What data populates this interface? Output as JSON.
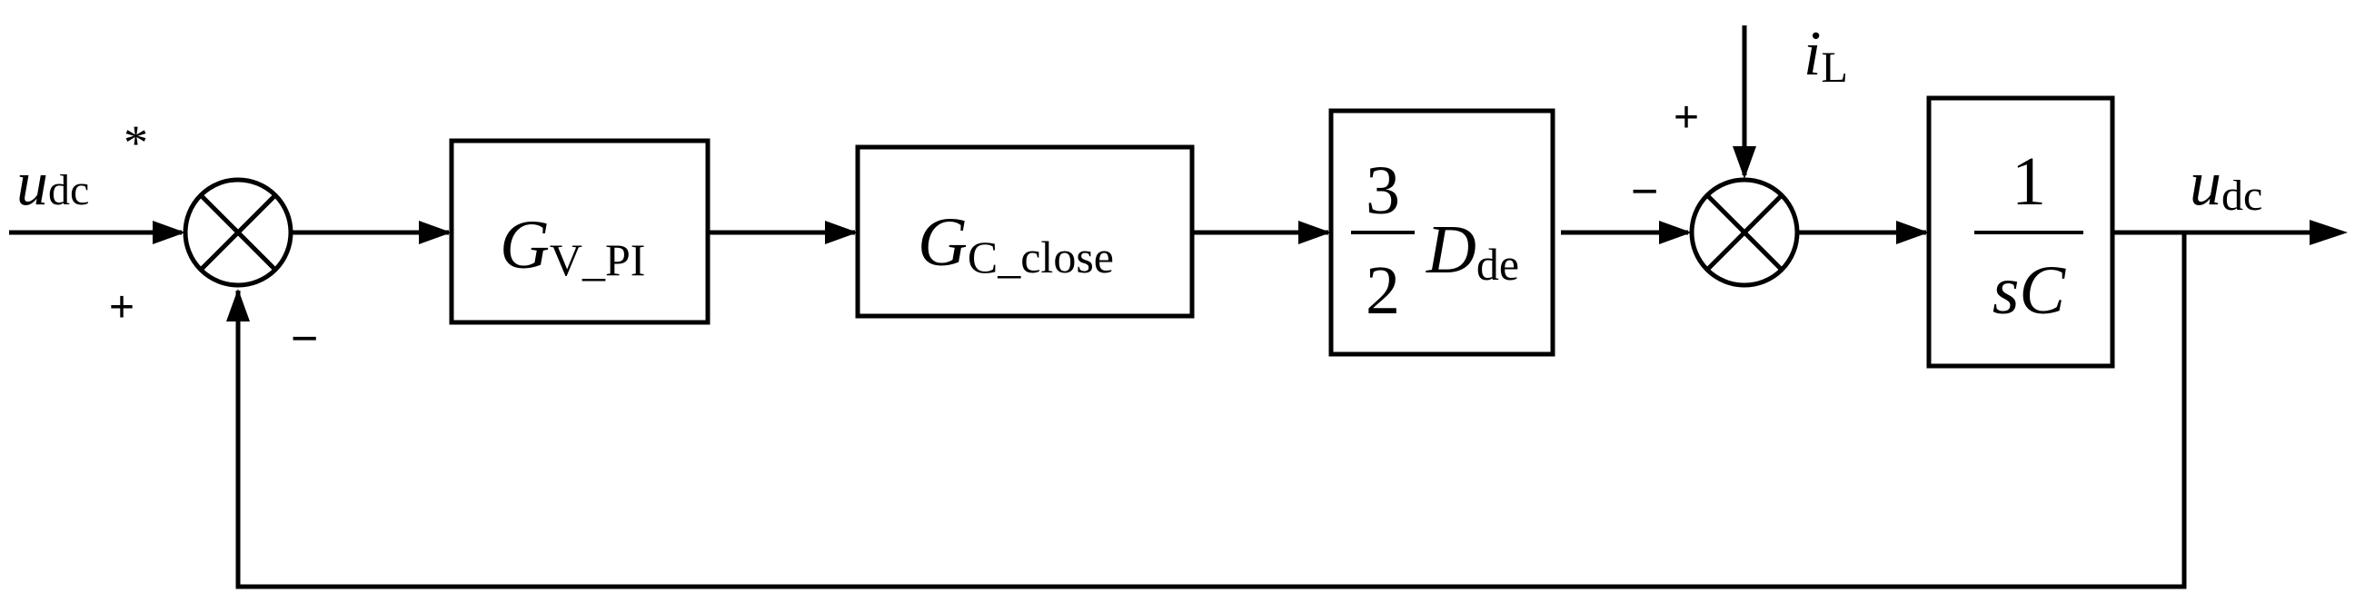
{
  "input_signal": {
    "symbol": "u",
    "subscript": "dc",
    "superscript": "*"
  },
  "sum1": {
    "plus_sign": "+",
    "minus_sign": "−"
  },
  "blocks": {
    "g_v_pi": {
      "symbol": "G",
      "subscript": "V_PI"
    },
    "g_c_close": {
      "symbol": "G",
      "subscript": "C_close"
    },
    "gain": {
      "numerator": "3",
      "denominator": "2",
      "symbol": "D",
      "subscript": "de"
    },
    "integrator": {
      "numerator": "1",
      "denominator": "sC"
    }
  },
  "sum2": {
    "plus_sign": "+",
    "minus_sign": "−"
  },
  "disturbance": {
    "symbol": "i",
    "subscript": "L"
  },
  "output_signal": {
    "symbol": "u",
    "subscript": "dc"
  }
}
